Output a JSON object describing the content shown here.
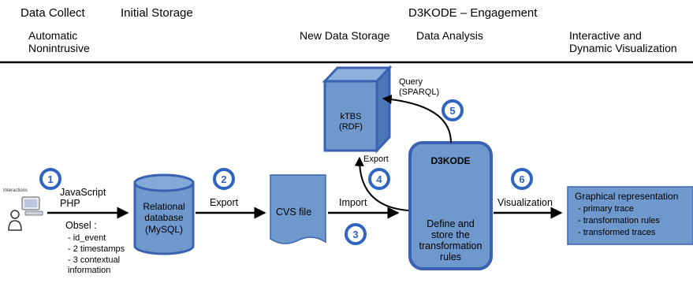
{
  "header": {
    "phases": {
      "data_collect": "Data Collect",
      "initial_storage": "Initial Storage",
      "engagement": "D3KODE – Engagement"
    },
    "subphases": {
      "automatic": "Automatic\nNonintrusive",
      "new_data_storage": "New Data Storage",
      "data_analysis": "Data Analysis",
      "visualization": "Interactive and\nDynamic Visualization"
    }
  },
  "nodes": {
    "user_icon_caption": "Interactions",
    "database": "Relational\ndatabase\n(MySQL)",
    "csv_file": "CVS file",
    "ktbs": "kTBS\n(RDF)",
    "d3kode_title": "D3KODE",
    "d3kode_body": "Define and\nstore the\ntransformation\nrules",
    "graphical": {
      "title": "Graphical representation",
      "items": [
        "- primary trace",
        "- transformation rules",
        "- transformed traces"
      ]
    }
  },
  "edges": {
    "collect": "JavaScript\nPHP",
    "obsel_title": "Obsel :",
    "obsel_items": [
      "- id_event",
      "- 2 timestamps",
      "- 3 contextual\n  information"
    ],
    "export_db": "Export",
    "import_csv": "Import",
    "export_ktbs": "Export",
    "query": "Query\n(SPARQL)",
    "visualization": "Visualization"
  },
  "steps": [
    "1",
    "2",
    "3",
    "4",
    "5",
    "6"
  ],
  "colors": {
    "box_fill": "#6f98cd",
    "box_stroke": "#3a62b2",
    "cube_side": "#4b76b8",
    "cube_top": "#8fb0dc",
    "badge_ring": "#2f64c1",
    "arrow": "#000000"
  }
}
